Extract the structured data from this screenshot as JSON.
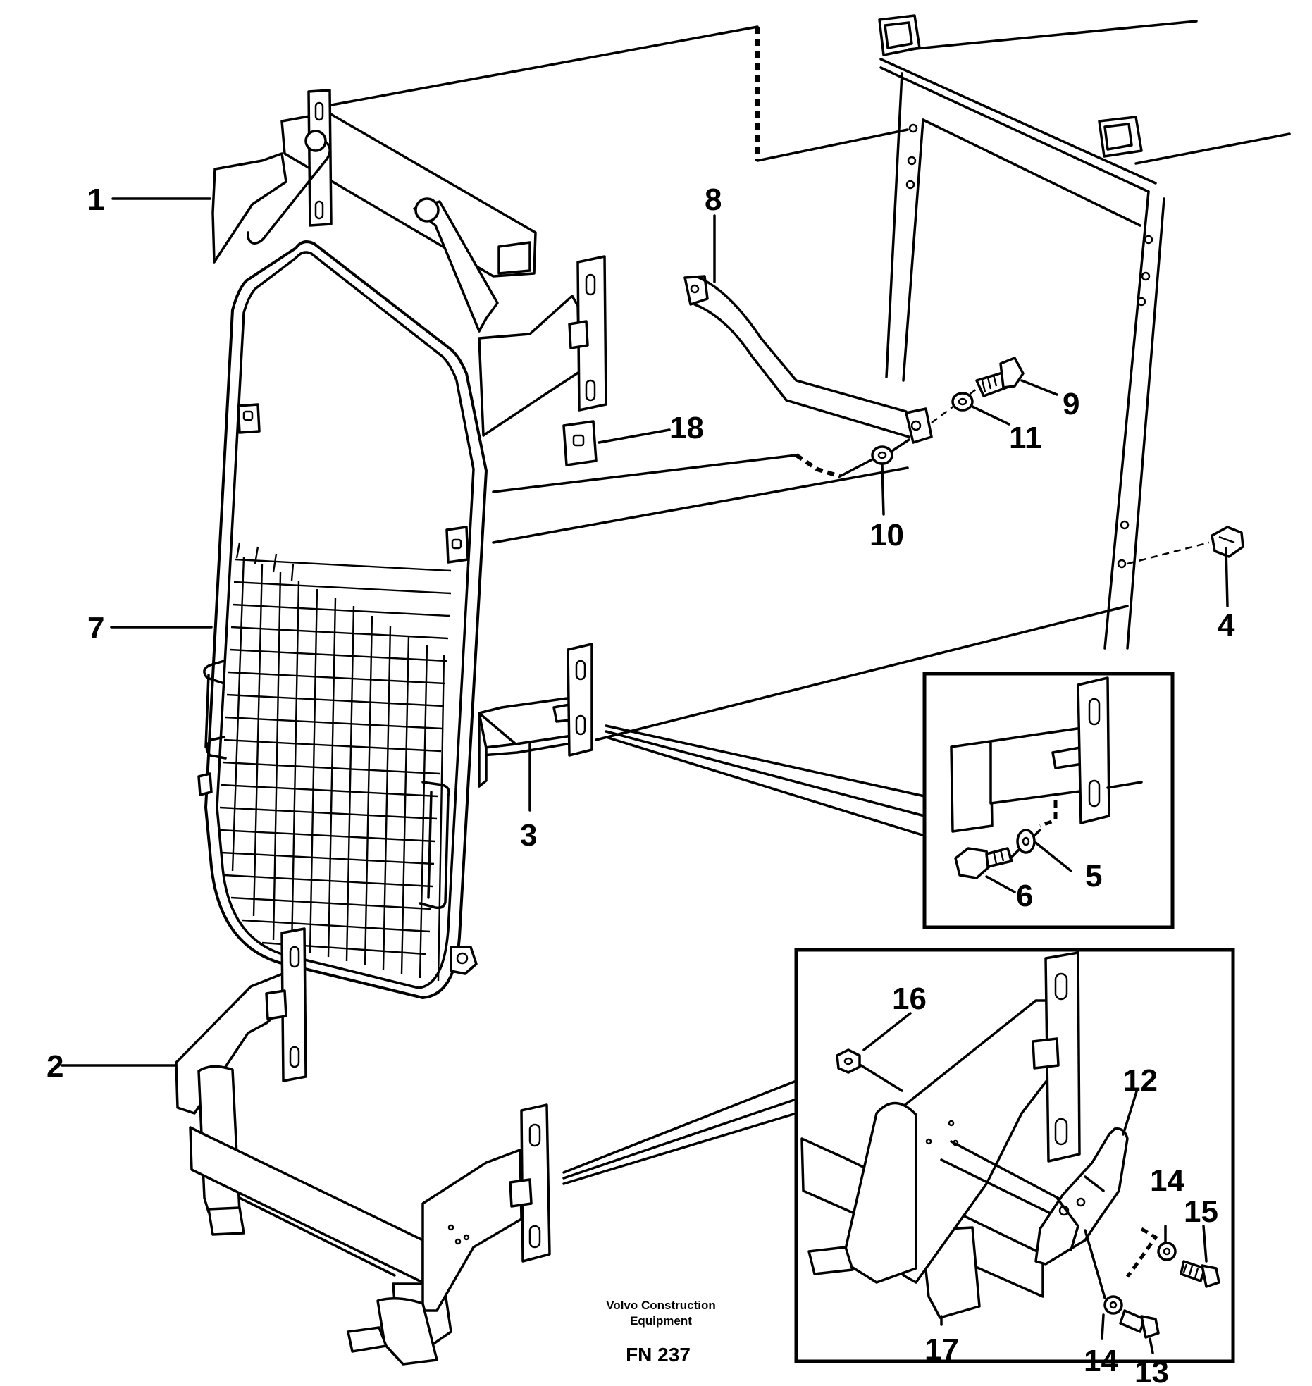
{
  "callouts": {
    "c1": "1",
    "c2": "2",
    "c3": "3",
    "c4": "4",
    "c5": "5",
    "c6": "6",
    "c7": "7",
    "c8": "8",
    "c9": "9",
    "c10": "10",
    "c11": "11",
    "c12": "12",
    "c13": "13",
    "c14a": "14",
    "c14b": "14",
    "c15": "15",
    "c16": "16",
    "c17": "17",
    "c18": "18"
  },
  "caption": {
    "line1": "Volvo Construction",
    "line2": "Equipment",
    "code": "FN 237"
  }
}
